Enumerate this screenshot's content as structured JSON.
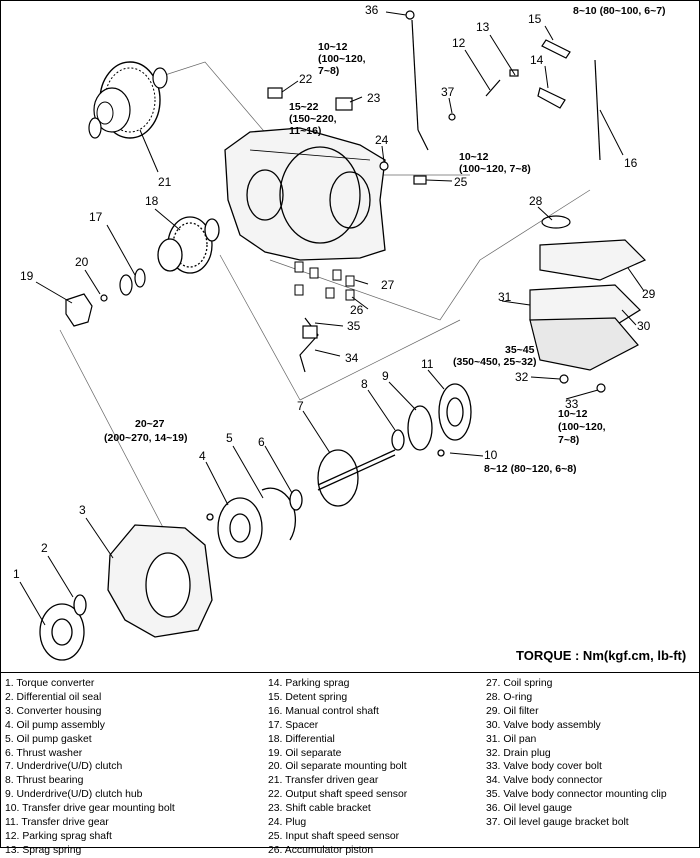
{
  "callouts": {
    "n1": "1",
    "n2": "2",
    "n3": "3",
    "n4": "4",
    "n5": "5",
    "n6": "6",
    "n7": "7",
    "n8": "8",
    "n9": "9",
    "n10": "10",
    "n11": "11",
    "n12": "12",
    "n13": "13",
    "n14": "14",
    "n15": "15",
    "n16": "16",
    "n17": "17",
    "n18": "18",
    "n19": "19",
    "n20": "20",
    "n21": "21",
    "n22": "22",
    "n23": "23",
    "n24": "24",
    "n25": "25",
    "n26": "26",
    "n27": "27",
    "n28": "28",
    "n29": "29",
    "n30": "30",
    "n31": "31",
    "n32": "32",
    "n33": "33",
    "n34": "34",
    "n35": "35",
    "n36": "36",
    "n37": "37"
  },
  "specs": {
    "s_top_right": "8~10 (80~100, 6~7)",
    "s22_a": "10~12",
    "s22_b": "(100~120,",
    "s22_c": "7~8)",
    "s23_a": "15~22",
    "s23_b": "(150~220,",
    "s23_c": "11~16)",
    "s25_a": "10~12",
    "s25_b": "(100~120, 7~8)",
    "s32_a": "35~45",
    "s32_b": "(350~450, 25~32)",
    "s33_a": "10~12",
    "s33_b": "(100~120,",
    "s33_c": "7~8)",
    "s10": "8~12 (80~120, 6~8)",
    "s4_a": "20~27",
    "s4_b": "(200~270, 14~19)"
  },
  "torque_note": "TORQUE : Nm(kgf.cm, lb-ft)",
  "legend": {
    "col1": [
      "1. Torque converter",
      "2. Differential oil seal",
      "3. Converter housing",
      "4. Oil pump assembly",
      "5. Oil pump gasket",
      "6. Thrust washer",
      "7. Underdrive(U/D) clutch",
      "8. Thrust bearing",
      "9. Underdrive(U/D) clutch hub",
      "10. Transfer drive gear mounting bolt",
      "11. Transfer drive gear",
      "12. Parking sprag shaft",
      "13. Sprag spring"
    ],
    "col2": [
      "14. Parking sprag",
      "15. Detent spring",
      "16. Manual control shaft",
      "17. Spacer",
      "18. Differential",
      "19. Oil separate",
      "20. Oil separate mounting bolt",
      "21. Transfer driven gear",
      "22. Output shaft speed sensor",
      "23. Shift cable bracket",
      "24. Plug",
      "25. Input shaft speed sensor",
      "26. Accumulator piston"
    ],
    "col3": [
      "27. Coil spring",
      "28. O-ring",
      "29. Oil filter",
      "30. Valve body assembly",
      "31. Oil pan",
      "32. Drain plug",
      "33. Valve body cover bolt",
      "34. Valve body connector",
      "35. Valve body connector mounting clip",
      "36. Oil level gauge",
      "37. Oil level gauge bracket bolt"
    ]
  }
}
